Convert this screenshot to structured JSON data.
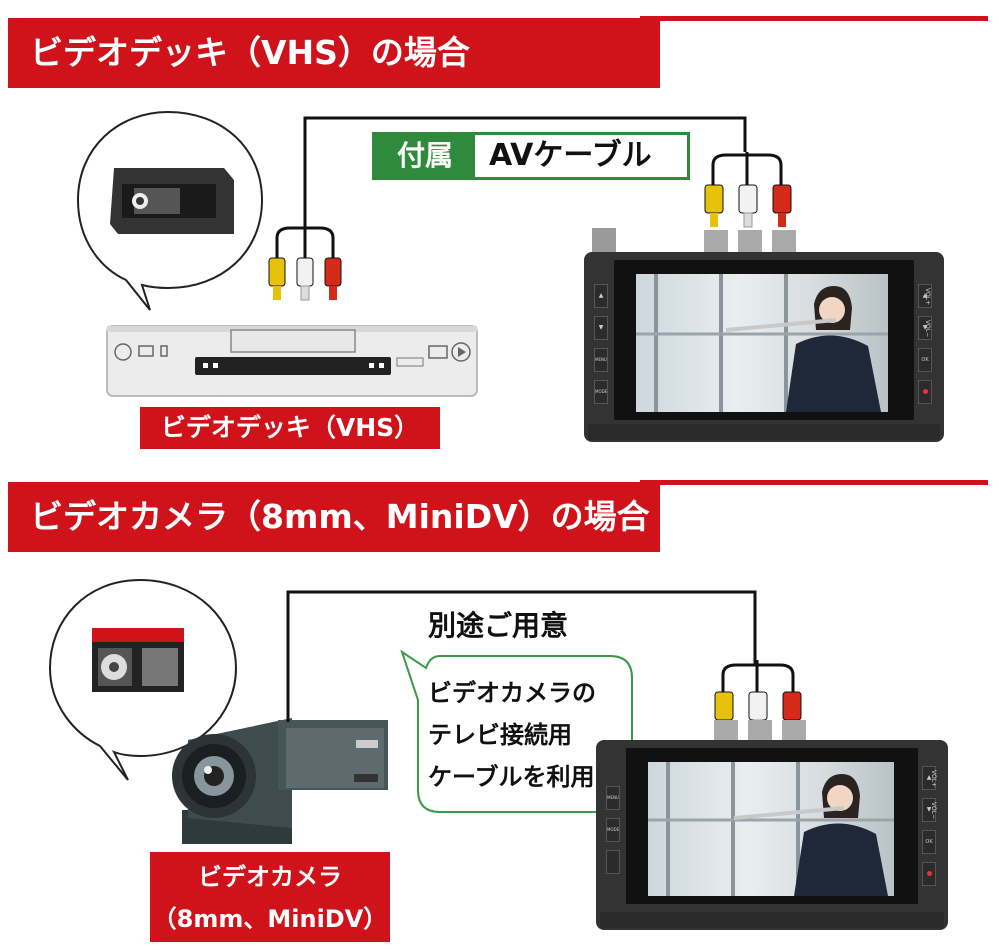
{
  "section1": {
    "title": "ビデオデッキ（VHS）の場合",
    "cable_tag": "付属",
    "cable_name": "AVケーブル",
    "source_label": "ビデオデッキ（VHS）"
  },
  "section2": {
    "title": "ビデオカメラ（8mm、MiniDV）の場合",
    "cable_note": "別途ご用意",
    "bubble_lines": [
      "ビデオカメラの",
      "テレビ接続用",
      "ケーブルを利用"
    ],
    "source_label_lines": [
      "ビデオカメラ",
      "（8mm、MiniDV）"
    ]
  },
  "device": {
    "side_buttons_left": [
      "▲",
      "▼",
      "MENU",
      "MODE"
    ],
    "side_buttons_right": [
      "▲",
      "▼",
      "OK"
    ],
    "right_labels": [
      "VOL+",
      "VOL−"
    ]
  },
  "colors": {
    "accent_red": "#d0121b",
    "accent_green": "#2f8a3b"
  }
}
